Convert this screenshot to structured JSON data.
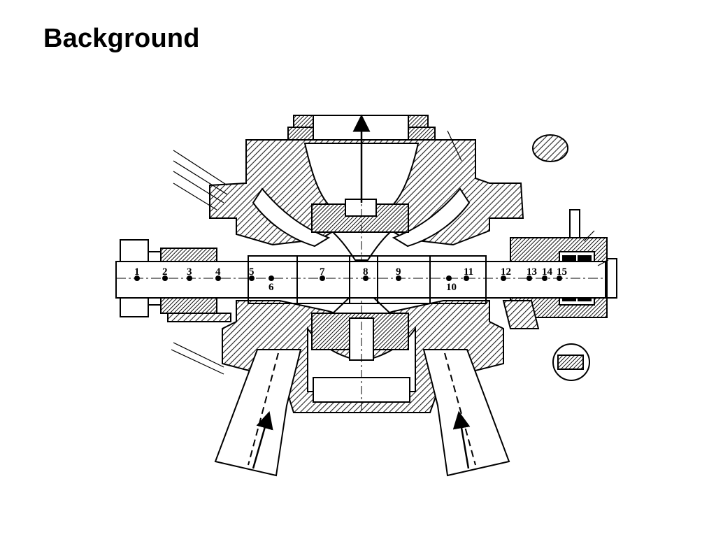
{
  "slide": {
    "title": "Background"
  },
  "diagram": {
    "station_numbers": [
      "1",
      "2",
      "3",
      "4",
      "5",
      "6",
      "7",
      "8",
      "9",
      "10",
      "11",
      "12",
      "13",
      "14",
      "15"
    ]
  }
}
